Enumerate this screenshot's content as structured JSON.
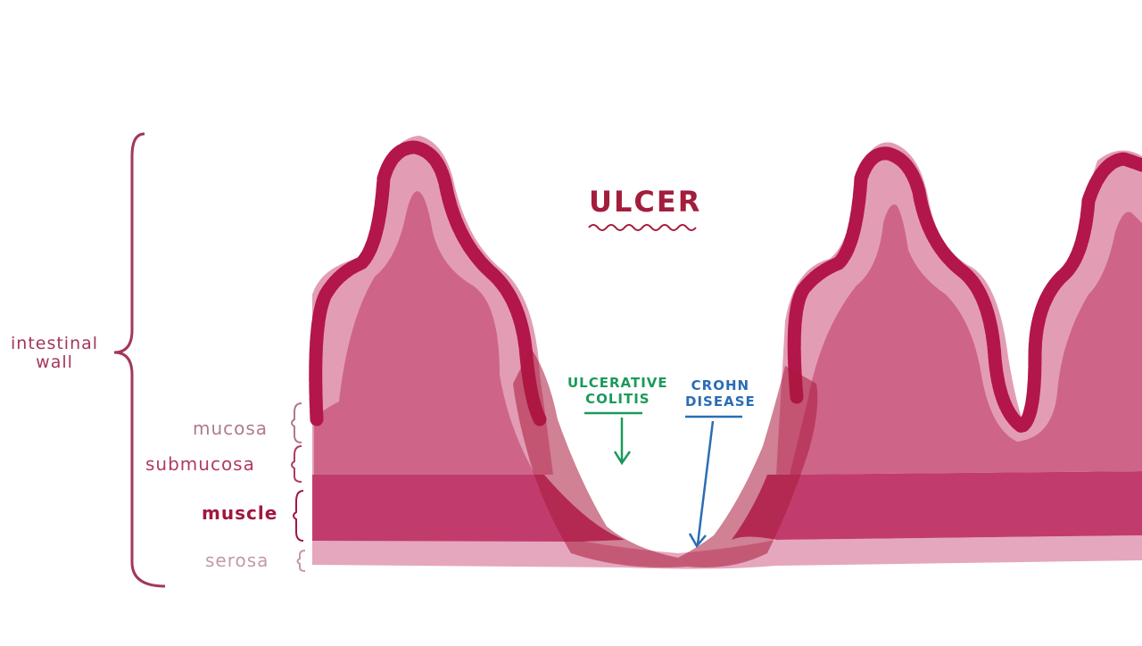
{
  "title": "ULCER",
  "wall_label_line1": "intestinal",
  "wall_label_line2": "wall",
  "layers": [
    {
      "name": "mucosa",
      "color": "#b07a8a"
    },
    {
      "name": "submucosa",
      "color": "#b03a63"
    },
    {
      "name": "muscle",
      "color": "#a0173f"
    },
    {
      "name": "serosa",
      "color": "#c39aa6"
    }
  ],
  "ulcerative_colitis": {
    "line1": "ULCERATIVE",
    "line2": "COLITIS",
    "color": "#1a9a5a"
  },
  "crohn_disease": {
    "line1": "CROHN",
    "line2": "DISEASE",
    "color": "#2a6db5"
  },
  "colors": {
    "brace": "#a3375a",
    "epithelium": "#b3164a",
    "lamina": "#e29db5",
    "submucosa": "#cf6489",
    "muscle": "#c13c6c",
    "serosa": "#e5a7bd",
    "ulcer_speckle": "#a9193d"
  }
}
